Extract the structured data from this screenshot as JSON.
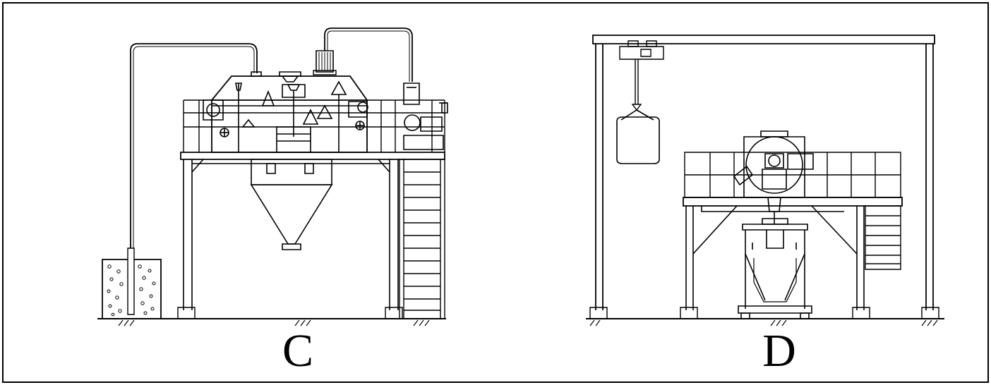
{
  "figures": [
    {
      "id": "C",
      "label": "C"
    },
    {
      "id": "D",
      "label": "D"
    }
  ],
  "colors": {
    "line": "#000000",
    "background": "#ffffff"
  }
}
